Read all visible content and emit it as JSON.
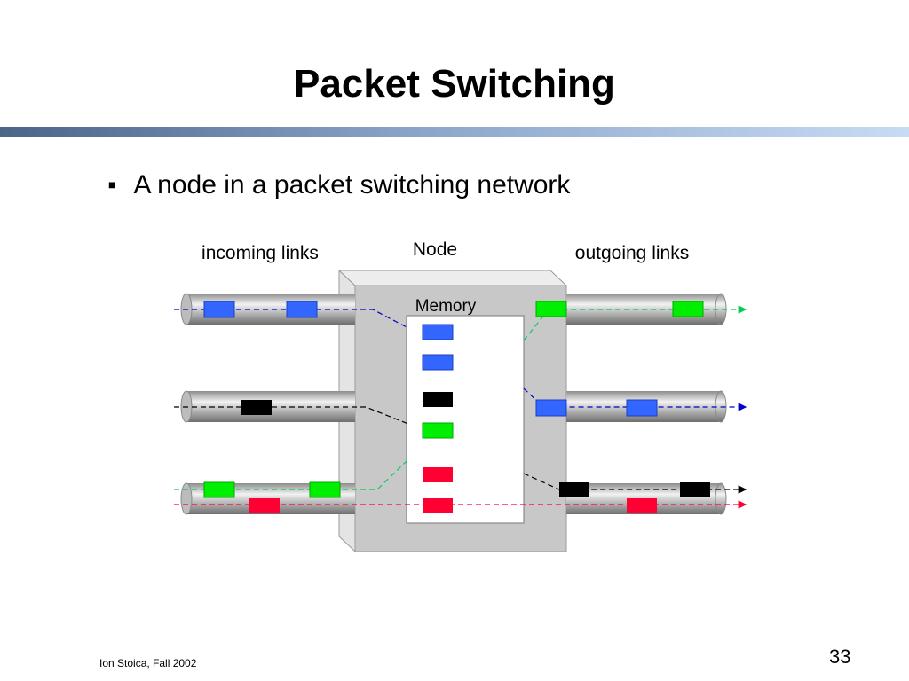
{
  "slide": {
    "title": "Packet Switching",
    "bullet": "A node in a packet switching network",
    "footer": "Ion Stoica, Fall 2002",
    "page_number": "33"
  },
  "diagram": {
    "labels": {
      "incoming": "incoming links",
      "node": "Node",
      "outgoing": "outgoing links",
      "memory": "Memory"
    },
    "colors": {
      "blue": "#3366ff",
      "black": "#000000",
      "green": "#00ee00",
      "red": "#ff0033",
      "node_front": "#c8c8c8",
      "node_side": "#d8d8d8",
      "pipe": "#a8a8a8"
    },
    "memory_queue": [
      "blue",
      "blue",
      "black",
      "green",
      "red",
      "red"
    ]
  }
}
